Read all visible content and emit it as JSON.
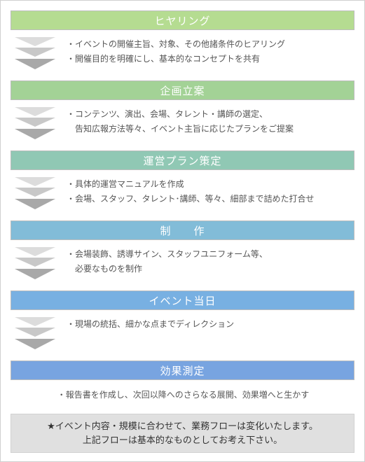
{
  "steps": [
    {
      "title": "ヒヤリング",
      "color": "#b5dc91",
      "lines": [
        "・イベントの開催主旨、対象、その他諸条件のヒアリング",
        "・開催目的を明確にし、基本的なコンセプトを共有"
      ]
    },
    {
      "title": "企画立案",
      "color": "#a3d296",
      "lines": [
        "・コンテンツ、演出、会場、タレント・講師の選定、",
        "　告知広報方法等々、イベント主旨に応じたプランをご提案"
      ]
    },
    {
      "title": "運営プラン策定",
      "color": "#90c8b4",
      "lines": [
        "・具体的運営マニュアルを作成",
        "・会場、スタッフ、タレント･講師、等々、細部まで詰めた打合せ"
      ]
    },
    {
      "title": "制　　作",
      "color": "#82bcd8",
      "lines": [
        "・会場装飾、誘導サイン、スタッフユニフォーム等、",
        "　必要なものを制作"
      ]
    },
    {
      "title": "イベント当日",
      "color": "#78b0e2",
      "lines": [
        "・現場の統括、細かな点までディレクション"
      ]
    },
    {
      "title": "効果測定",
      "color": "#78a4e0",
      "lines": [
        "・報告書を作成し、次回以降へのさらなる展開、効果増へと生かす"
      ]
    }
  ],
  "note": {
    "line1": "★イベント内容・規模に合わせて、業務フローは変化いたします。",
    "line2": "上記フローは基本的なものとしてお考え下さい。"
  },
  "colors": {
    "arrow_light": "#dcdcdc",
    "arrow_mid": "#c8c8c8",
    "arrow_dark": "#a8a8a8",
    "note_background": "#e0e0e0"
  }
}
